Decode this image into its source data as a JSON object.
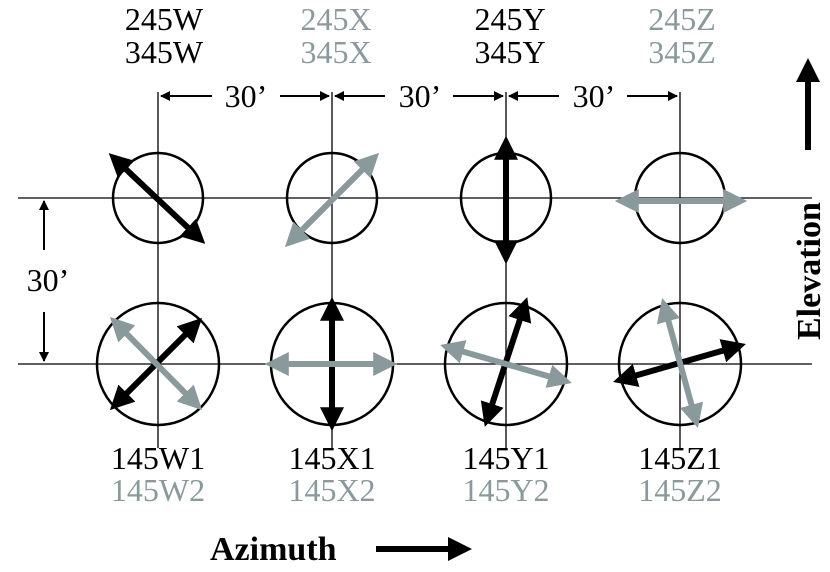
{
  "colors": {
    "black": "#000000",
    "gray": "#8a9a9c"
  },
  "spacing": {
    "horizontal_label": "30’",
    "vertical_label": "30’"
  },
  "columns": [
    {
      "id": "W",
      "top_label_1": "245W",
      "top_label_2": "345W",
      "top_color": "black",
      "bottom_label_1": "145W1",
      "bottom_label_2": "145W2"
    },
    {
      "id": "X",
      "top_label_1": "245X",
      "top_label_2": "345X",
      "top_color": "gray",
      "bottom_label_1": "145X1",
      "bottom_label_2": "145X2"
    },
    {
      "id": "Y",
      "top_label_1": "245Y",
      "top_label_2": "345Y",
      "top_color": "black",
      "bottom_label_1": "145Y1",
      "bottom_label_2": "145Y2"
    },
    {
      "id": "Z",
      "top_label_1": "245Z",
      "top_label_2": "345Z",
      "top_color": "gray",
      "bottom_label_1": "145Z1",
      "bottom_label_2": "145Z2"
    }
  ],
  "axes": {
    "azimuth_label": "Azimuth",
    "elevation_label": "Elevation"
  }
}
